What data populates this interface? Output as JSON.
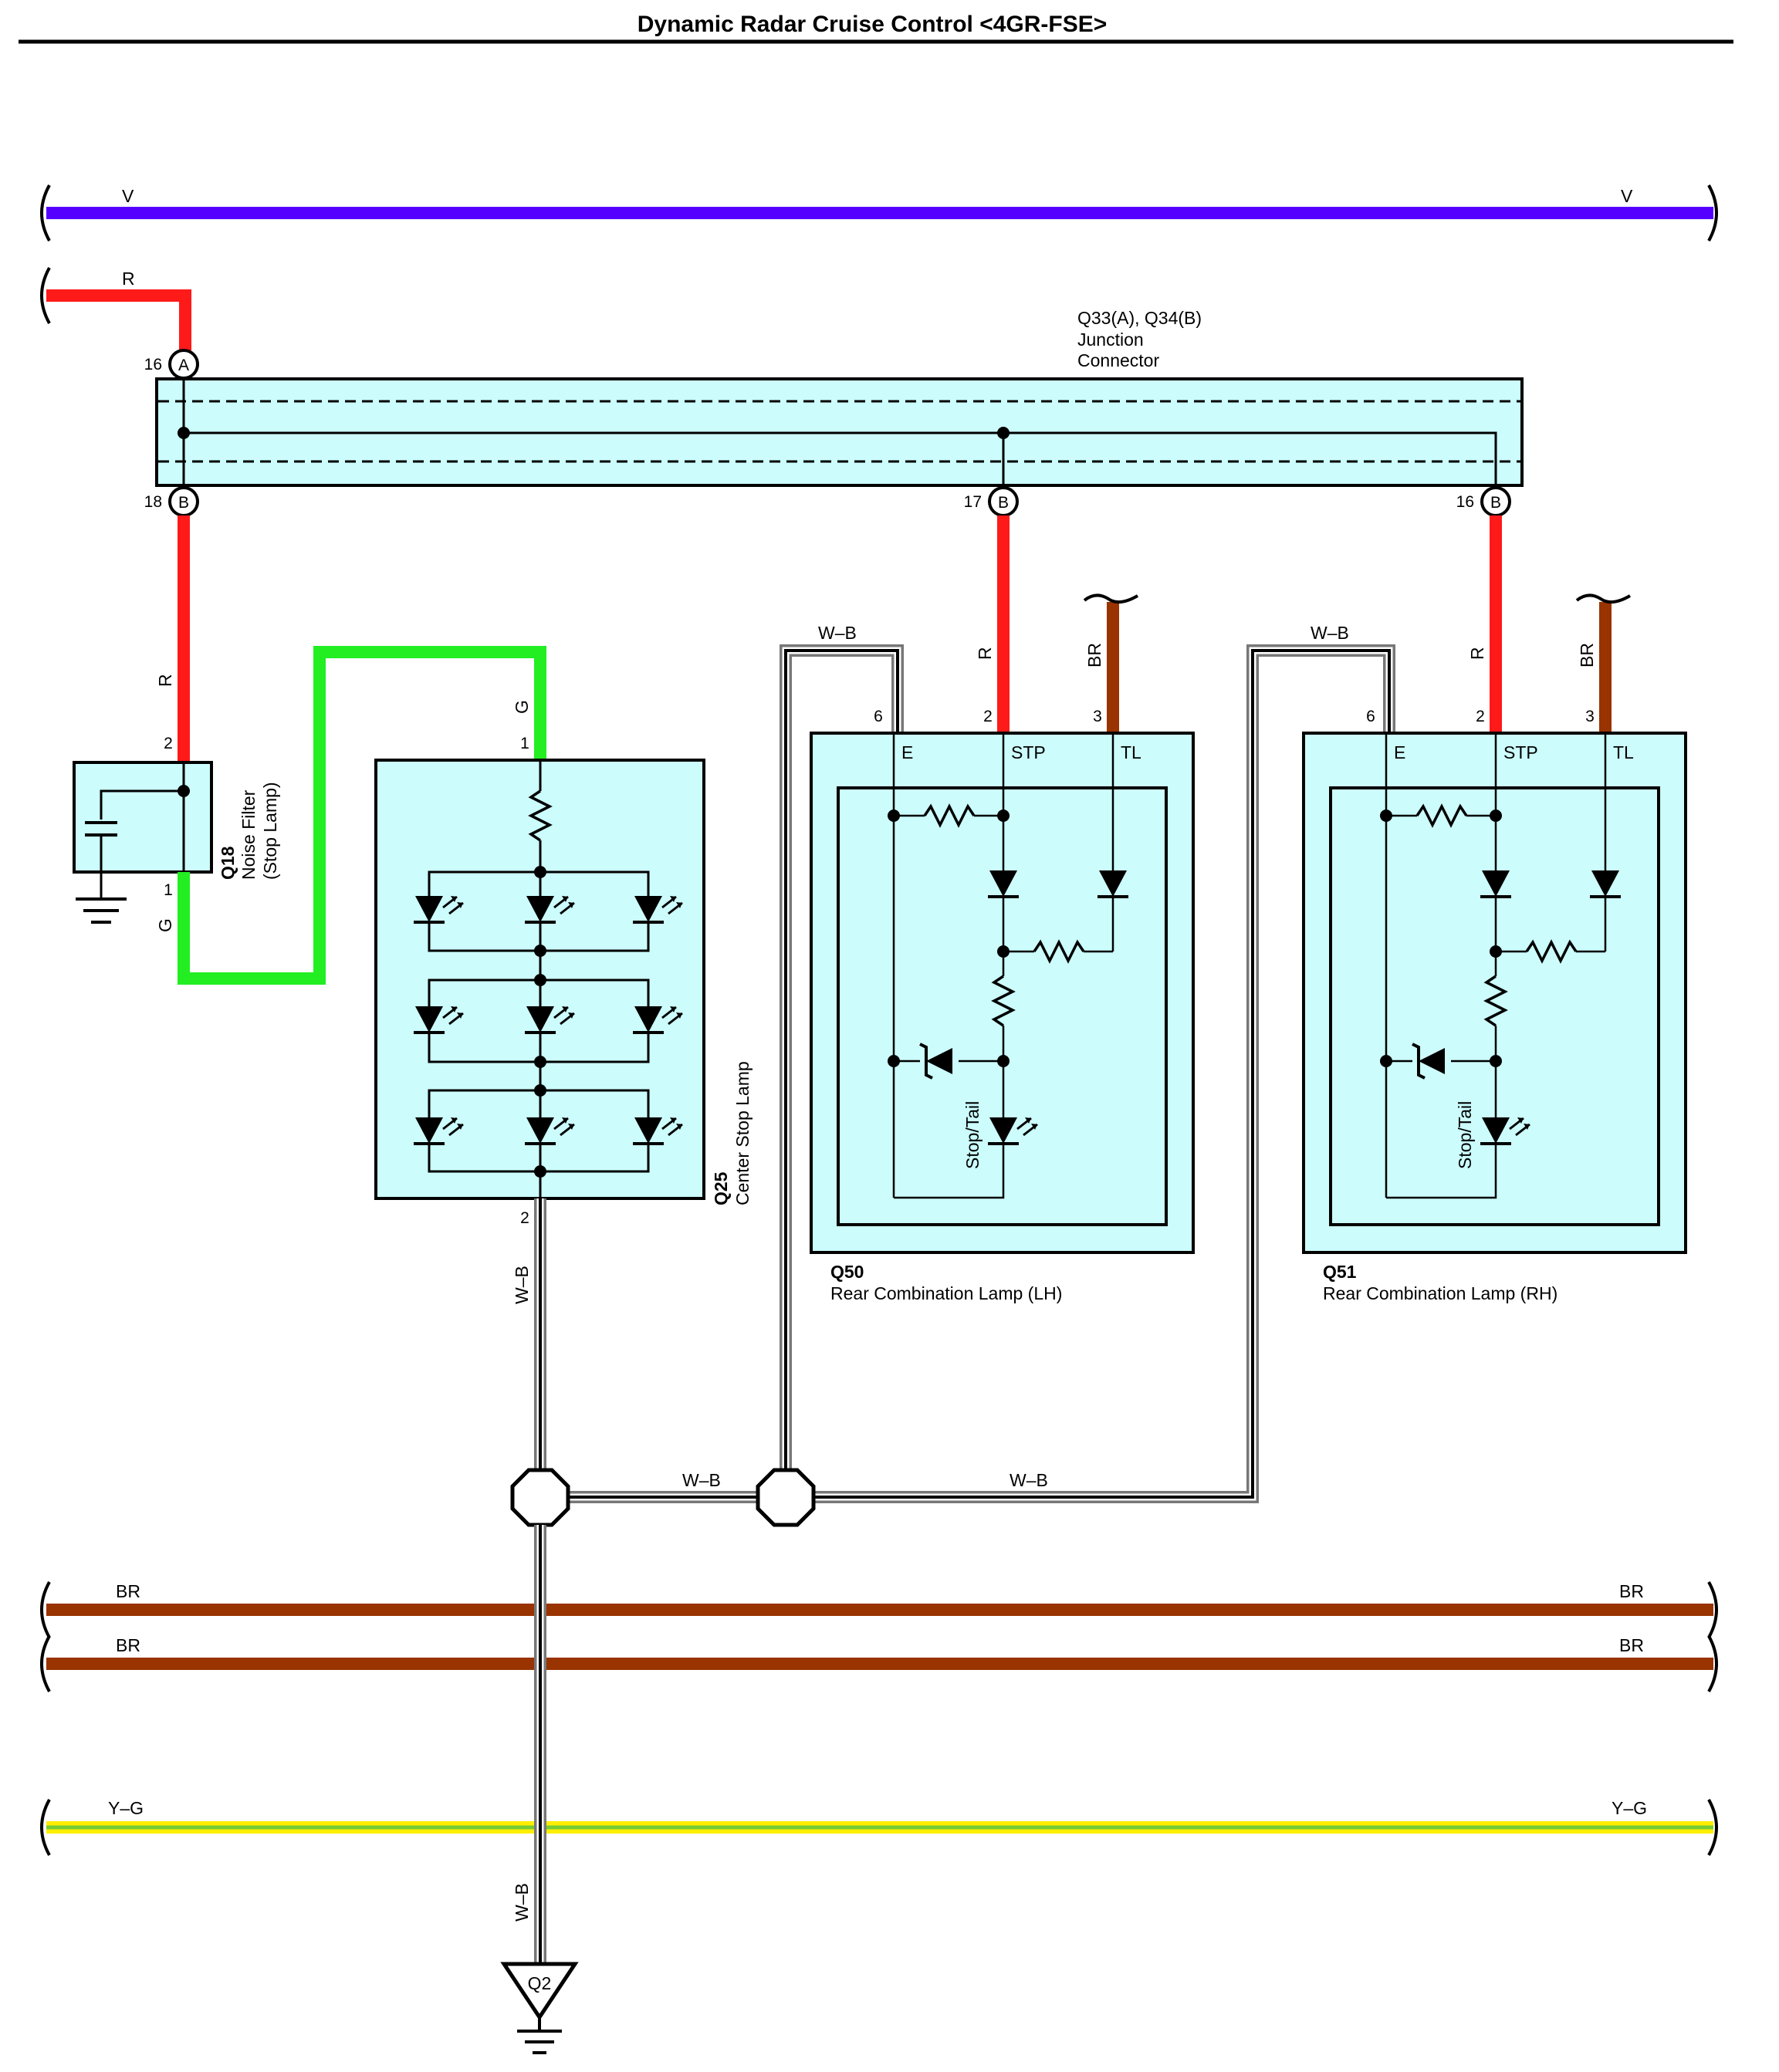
{
  "title": "Dynamic Radar Cruise Control <4GR-FSE>",
  "colors": {
    "V": "#5500ff",
    "R": "#ff1a1a",
    "G": "#22ee22",
    "BR": "#993300",
    "Y": "#ffee00",
    "YG_center": "#77cc33",
    "component_fill": "#ccfcfc"
  },
  "wires": {
    "v_left": "V",
    "v_right": "V",
    "r_top": "R",
    "r_q18": "R",
    "g_q18": "G",
    "g_q25": "G",
    "wb_q25": "W–B",
    "wb_low": "W–B",
    "wb_mid": "W–B",
    "wb_right": "W–B",
    "wb_q50_top": "W–B",
    "wb_q51_top": "W–B",
    "r_q50": "R",
    "br_q50": "BR",
    "r_q51": "R",
    "br_q51": "BR",
    "br1_left": "BR",
    "br1_right": "BR",
    "br2_left": "BR",
    "br2_right": "BR",
    "yg_left": "Y–G",
    "yg_right": "Y–G"
  },
  "junction": {
    "name": "Q33(A), Q34(B)",
    "desc1": "Junction",
    "desc2": "Connector",
    "pin_a16": "16",
    "conn_a": "A",
    "pin_b18": "18",
    "pin_b17": "17",
    "pin_b16": "16",
    "conn_b": "B"
  },
  "q18": {
    "id": "Q18",
    "name1": "Noise Filter",
    "name2": "(Stop Lamp)",
    "pin1": "1",
    "pin2": "2"
  },
  "q25": {
    "id": "Q25",
    "name": "Center Stop Lamp",
    "pin1": "1",
    "pin2": "2"
  },
  "q50": {
    "id": "Q50",
    "name": "Rear Combination Lamp (LH)",
    "pin6": "6",
    "pin2": "2",
    "pin3": "3",
    "t_e": "E",
    "t_stp": "STP",
    "t_tl": "TL",
    "led": "Stop/Tail"
  },
  "q51": {
    "id": "Q51",
    "name": "Rear Combination Lamp (RH)",
    "pin6": "6",
    "pin2": "2",
    "pin3": "3",
    "t_e": "E",
    "t_stp": "STP",
    "t_tl": "TL",
    "led": "Stop/Tail"
  },
  "ground": {
    "id": "Q2"
  }
}
